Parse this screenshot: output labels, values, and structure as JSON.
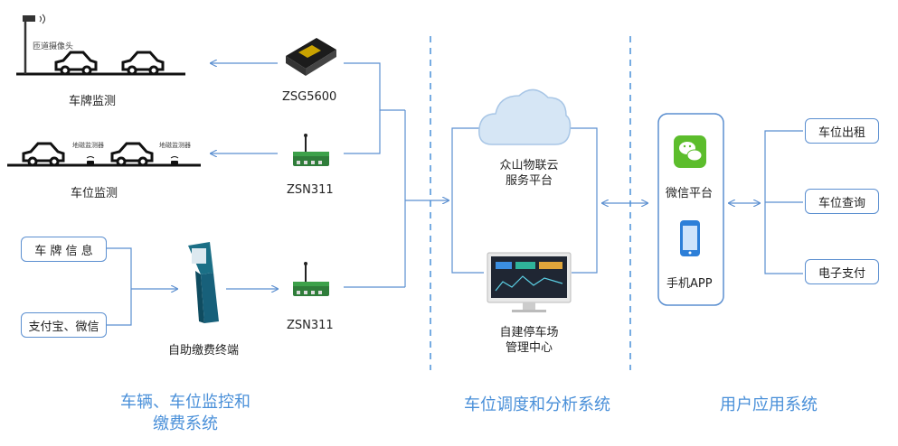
{
  "cameras": {
    "camera_label": "匝道摄像头",
    "plate_monitor_label": "车牌监测",
    "sensor_label_1": "地磁监测器",
    "sensor_label_2": "地磁监测器",
    "space_monitor_label": "车位监测"
  },
  "devices": {
    "zsg5600": "ZSG5600",
    "zsn311_top": "ZSN311",
    "zsn311_bottom": "ZSN311",
    "kiosk": "自助缴费终端"
  },
  "inputs": {
    "plate_info": "车 牌 信 息",
    "payment": "支付宝、微信"
  },
  "platform": {
    "cloud_line1": "众山物联云",
    "cloud_line2": "服务平台",
    "center_line1": "自建停车场",
    "center_line2": "管理中心"
  },
  "user": {
    "wechat": "微信平台",
    "app": "手机APP",
    "rent": "车位出租",
    "query": "车位查询",
    "pay": "电子支付"
  },
  "sections": {
    "left_line1": "车辆、车位监控和",
    "left_line2": "缴费系统",
    "middle": "车位调度和分析系统",
    "right": "用户应用系统"
  },
  "colors": {
    "accent": "#4a90d9",
    "line": "#5b8fd0",
    "kiosk": "#1b6f86",
    "wechat": "#5cbd2c",
    "phone": "#2d7fd8"
  }
}
